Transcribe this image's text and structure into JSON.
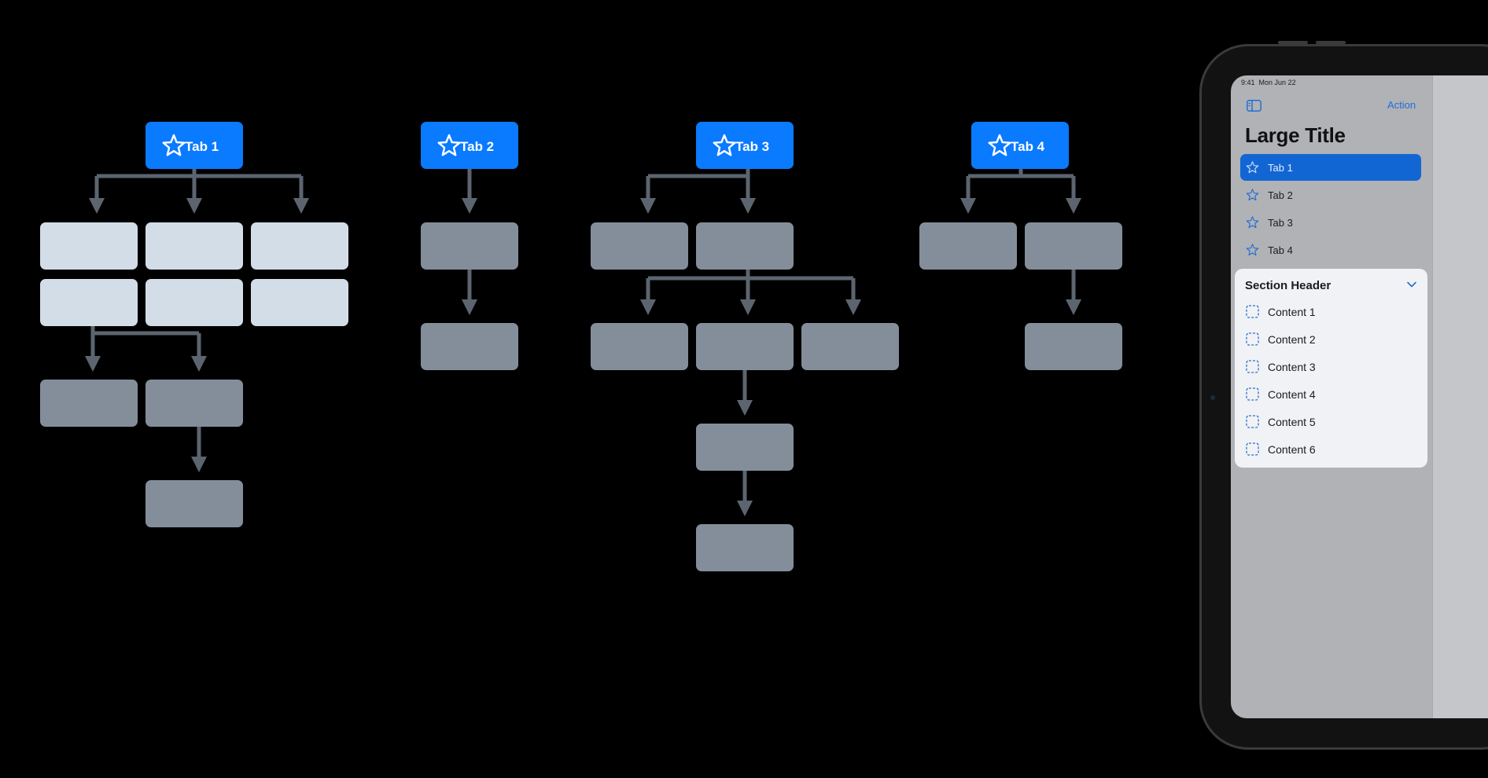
{
  "diagram": {
    "tabs": [
      {
        "label": "Tab 1",
        "icon": "star-icon"
      },
      {
        "label": "Tab 2",
        "icon": "star-icon"
      },
      {
        "label": "Tab 3",
        "icon": "star-icon"
      },
      {
        "label": "Tab 4",
        "icon": "star-icon"
      }
    ],
    "colors": {
      "tab_fill": "#0a7aff",
      "highlight_box": "#d3dde8",
      "box": "#848e9b",
      "connector": "#5c656f"
    }
  },
  "ipad": {
    "status_bar": {
      "time": "9:41",
      "date": "Mon Jun 22"
    },
    "toolbar": {
      "action_label": "Action",
      "sidebar_icon": "sidebar-toggle-icon"
    },
    "large_title": "Large Title",
    "sidebar_items": [
      {
        "label": "Tab 1",
        "selected": true
      },
      {
        "label": "Tab 2",
        "selected": false
      },
      {
        "label": "Tab 3",
        "selected": false
      },
      {
        "label": "Tab 4",
        "selected": false
      }
    ],
    "section": {
      "header": "Section Header",
      "expanded_icon": "chevron-down-icon",
      "items": [
        "Content 1",
        "Content 2",
        "Content 3",
        "Content 4",
        "Content 5",
        "Content 6"
      ]
    },
    "colors": {
      "accent": "#1266d4",
      "selected_text": "#e6eefb"
    }
  }
}
